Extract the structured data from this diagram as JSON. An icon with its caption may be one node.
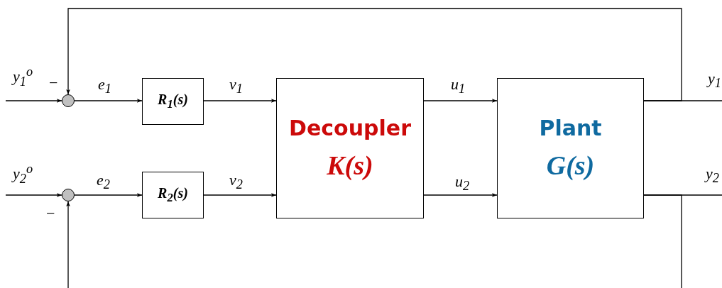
{
  "diagram": {
    "nodes": [
      {
        "text": [],
        "shape": "circle"
      },
      {
        "text": [
          "R$_{1}$(s)"
        ]
      },
      {
        "text": [],
        "shape": "circle"
      },
      {
        "text": [
          "R$_{2}$(s)"
        ]
      },
      {
        "text": [
          "Decoupler",
          "K(s)"
        ]
      },
      {
        "text": [
          "Plant",
          "G(s)"
        ]
      }
    ],
    "edges": [
      {
        "from": null,
        "to": 0,
        "arrow": "to",
        "label": "y$_{1}$$^{o}$"
      },
      {
        "from": null,
        "to": 2,
        "arrow": "to",
        "label": "y$_{2}$$^{o}$"
      },
      {
        "from": 5,
        "to": 0,
        "arrow": "to",
        "label": "−"
      },
      {
        "from": 5,
        "to": 2,
        "arrow": "to",
        "label": "−"
      },
      {
        "from": 0,
        "to": 1,
        "arrow": "to",
        "label": "e$_{1}$"
      },
      {
        "from": 2,
        "to": 3,
        "arrow": "to",
        "label": "e$_{2}$"
      },
      {
        "from": 1,
        "to": 4,
        "arrow": "to",
        "label": "ν$_{1}$"
      },
      {
        "from": 3,
        "to": 4,
        "arrow": "to",
        "label": "ν$_{2}$"
      },
      {
        "from": 4,
        "to": 5,
        "arrow": "to",
        "label": "u$_{1}$"
      },
      {
        "from": 4,
        "to": 5,
        "arrow": "to",
        "label": "u$_{2}$"
      },
      {
        "from": 5,
        "to": null,
        "arrow": "none",
        "label": "y$_{1}$"
      },
      {
        "from": 5,
        "to": null,
        "arrow": "none",
        "label": "y$_{2}$"
      }
    ]
  }
}
